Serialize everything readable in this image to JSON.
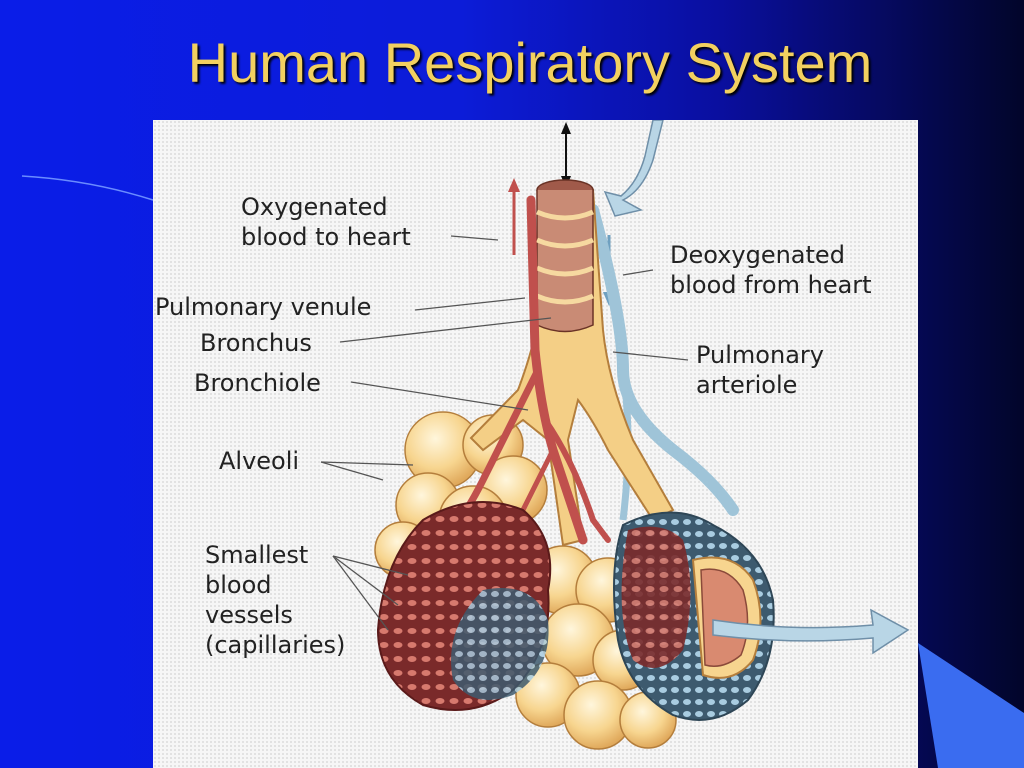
{
  "slide": {
    "title": "Human Respiratory System"
  },
  "diagram": {
    "labels": {
      "oxygenated": "Oxygenated\nblood to heart",
      "deoxygenated": "Deoxygenated\nblood from heart",
      "pulmonary_venule": "Pulmonary venule",
      "bronchus": "Bronchus",
      "bronchiole": "Bronchiole",
      "pulmonary_arteriole": "Pulmonary\narteriole",
      "alveoli": "Alveoli",
      "capillaries": "Smallest\nblood\nvessels\n(capillaries)"
    },
    "colors": {
      "background": "#0c1cd8",
      "title": "#f2d060",
      "alveoli": "#f7d58f",
      "vessel_red": "#c0504d",
      "vessel_blue": "#9fc4d8",
      "bronchus": "#c98b75",
      "airflow_arrow": "#b9d6e6"
    }
  }
}
